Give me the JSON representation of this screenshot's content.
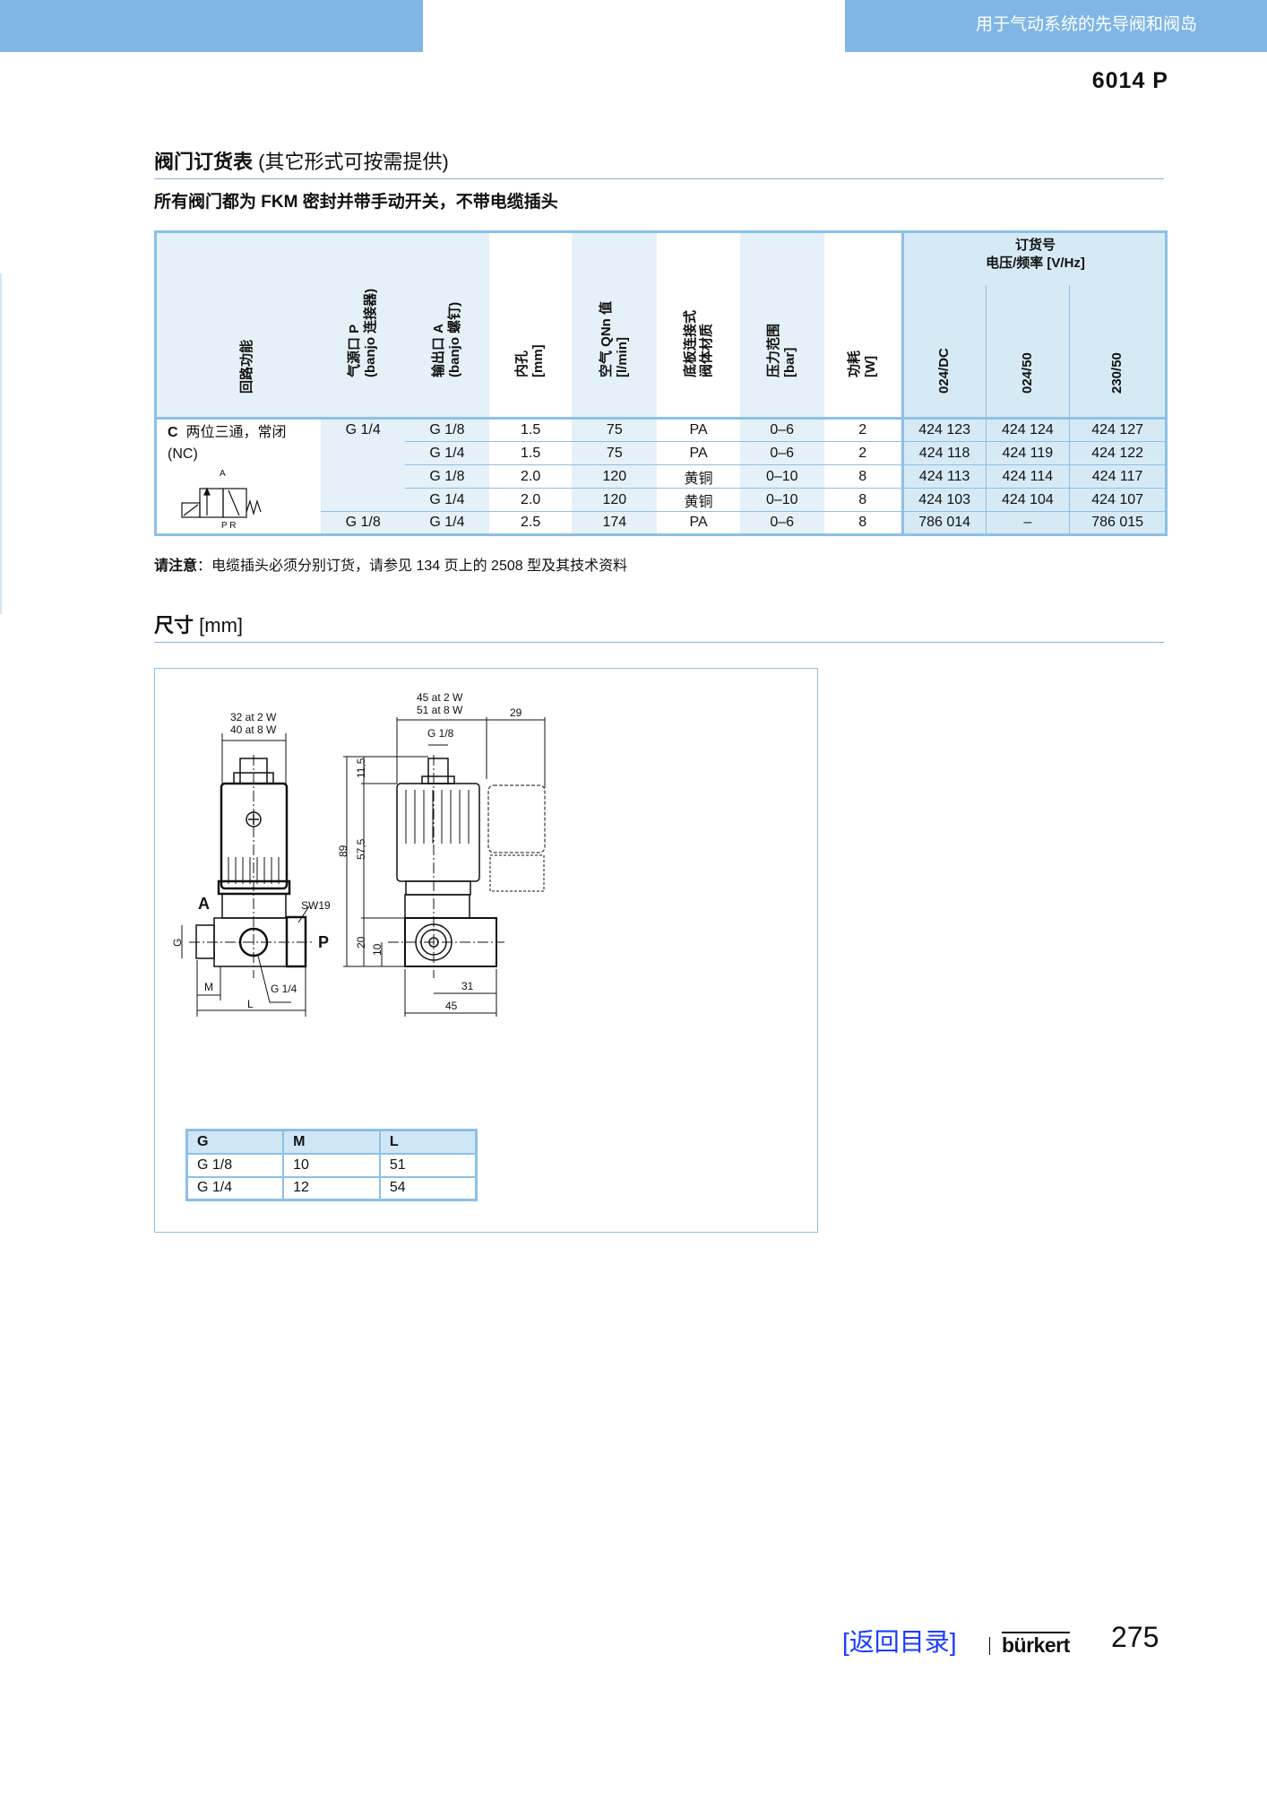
{
  "header": {
    "right_title": "用于气动系统的先导阀和阀岛",
    "model": "6014 P"
  },
  "section1": {
    "title_bold": "阀门订货表",
    "title_rest": " (其它形式可按需提供)",
    "subtitle": "所有阀门都为 FKM 密封并带手动开关，不带电缆插头"
  },
  "order_table": {
    "headers": [
      "回路功能",
      "气源口 P",
      "(banjo 连接器)",
      "输出口 A",
      "(banjo 螺钉)",
      "内孔",
      "[mm]",
      "空气 QNn 值",
      "[l/min]",
      "底板连接式",
      "阀体材质",
      "压力范围",
      "[bar]",
      "功耗",
      "[W]"
    ],
    "order_group": "订货号",
    "order_sub": "电压/频率 [V/Hz]",
    "voltages": [
      "024/DC",
      "024/50",
      "230/50"
    ],
    "function": {
      "code": "C",
      "name": "两位三通，常闭",
      "abbr": "(NC)",
      "symbol_labels": [
        "A",
        "P R"
      ]
    },
    "rows": [
      {
        "p": "G 1/4",
        "a": "G 1/8",
        "orifice": "1.5",
        "flow": "75",
        "body": "PA",
        "pressure": "0–6",
        "power": "2",
        "o1": "424 123",
        "o2": "424 124",
        "o3": "424 127"
      },
      {
        "p": "",
        "a": "G 1/4",
        "orifice": "1.5",
        "flow": "75",
        "body": "PA",
        "pressure": "0–6",
        "power": "2",
        "o1": "424 118",
        "o2": "424 119",
        "o3": "424 122"
      },
      {
        "p": "",
        "a": "G 1/8",
        "orifice": "2.0",
        "flow": "120",
        "body": "黄铜",
        "pressure": "0–10",
        "power": "8",
        "o1": "424 113",
        "o2": "424 114",
        "o3": "424 117"
      },
      {
        "p": "",
        "a": "G 1/4",
        "orifice": "2.0",
        "flow": "120",
        "body": "黄铜",
        "pressure": "0–10",
        "power": "8",
        "o1": "424 103",
        "o2": "424 104",
        "o3": "424 107"
      },
      {
        "p": "G 1/8",
        "a": "G 1/4",
        "orifice": "2.5",
        "flow": "174",
        "body": "PA",
        "pressure": "0–6",
        "power": "8",
        "o1": "786 014",
        "o2": "–",
        "o3": "786 015"
      }
    ]
  },
  "note": {
    "label": "请注意",
    "text": "：电缆插头必须分别订货，请参见 134 页上的 2508 型及其技术资料"
  },
  "section2": {
    "title_bold": "尺寸",
    "title_rest": " [mm]"
  },
  "drawing": {
    "l1": "32 at 2 W",
    "l2": "40 at 8 W",
    "r1": "45 at 2 W",
    "r2": "51 at 8 W",
    "d29": "29",
    "g18": "G 1/8",
    "d115": "11,5",
    "d575": "57,5",
    "d89": "89",
    "d20": "20",
    "d10": "10",
    "d31": "31",
    "d45": "45",
    "A": "A",
    "P": "P",
    "sw": "SW19",
    "G": "G",
    "M": "M",
    "L": "L",
    "g14": "G 1/4"
  },
  "dim_table": {
    "headers": [
      "G",
      "M",
      "L"
    ],
    "rows": [
      [
        "G 1/8",
        "10",
        "51"
      ],
      [
        "G 1/4",
        "12",
        "54"
      ]
    ]
  },
  "footer": {
    "back": "[返回目录]",
    "logo": "bürkert",
    "page": "275"
  }
}
